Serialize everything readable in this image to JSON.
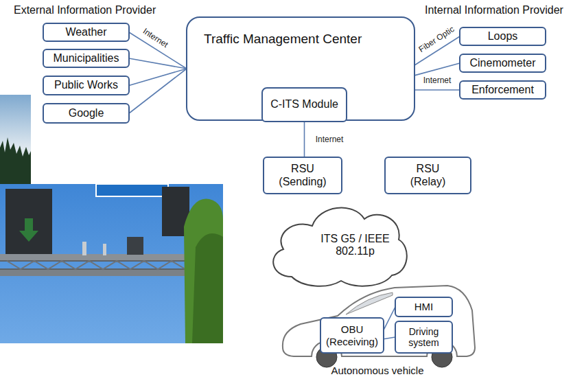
{
  "diagram": {
    "nodes": [
      {
        "text": [
          "Traffic Management Center"
        ]
      },
      {
        "text": [
          "C-ITS Module"
        ],
        "in": 0
      },
      {
        "text": [
          "Weather"
        ]
      },
      {
        "text": [
          "Municipalities"
        ]
      },
      {
        "text": [
          "Public Works"
        ]
      },
      {
        "text": [
          "Google"
        ]
      },
      {
        "text": [
          "Loops"
        ]
      },
      {
        "text": [
          "Cinemometer"
        ]
      },
      {
        "text": [
          "Enforcement"
        ]
      },
      {
        "text": [
          "RSU (Sending)"
        ]
      },
      {
        "text": [
          "RSU (Relay)"
        ]
      },
      {
        "text": [
          "ITS G5 / IEEE 802.11p"
        ]
      },
      {
        "text": [
          "Autonomous vehicle"
        ]
      },
      {
        "text": [
          "OBU (Receiving)"
        ],
        "in": 12
      },
      {
        "text": [
          "HMI"
        ],
        "in": 12
      },
      {
        "text": [
          "Driving system"
        ],
        "in": 12
      }
    ],
    "edges": [
      {
        "from": 2,
        "to": 0,
        "arrow": "none",
        "label": "Internet"
      },
      {
        "from": 3,
        "to": 0,
        "arrow": "none"
      },
      {
        "from": 4,
        "to": 0,
        "arrow": "none"
      },
      {
        "from": 5,
        "to": 0,
        "arrow": "none"
      },
      {
        "from": 6,
        "to": 0,
        "arrow": "none",
        "label": "Fiber Optic"
      },
      {
        "from": 7,
        "to": 0,
        "arrow": "none"
      },
      {
        "from": 8,
        "to": 0,
        "arrow": "none",
        "label": "Internet"
      },
      {
        "from": 1,
        "to": 9,
        "arrow": "none",
        "label": "Internet"
      },
      {
        "from": 13,
        "to": 14,
        "arrow": "none"
      },
      {
        "from": 13,
        "to": 15,
        "arrow": "none"
      }
    ],
    "labels": [
      "External Information Provider",
      "Internal Information Provider"
    ]
  }
}
